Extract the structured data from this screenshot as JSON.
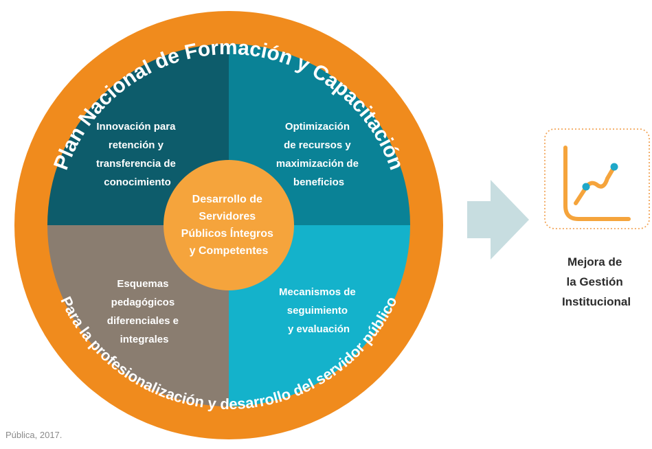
{
  "ring": {
    "top_text": "Plan Nacional de Formación y Capacitación",
    "bottom_text": "Para la profesionalización y desarrollo del servidor público"
  },
  "quadrants": {
    "top_left": [
      "Innovación para",
      "retención y",
      "transferencia de",
      "conocimiento"
    ],
    "top_right": [
      "Optimización",
      "de recursos y",
      "maximización de",
      "beneficios"
    ],
    "bottom_left": [
      "Esquemas",
      "pedagógicos",
      "diferenciales e",
      "integrales"
    ],
    "bottom_right": [
      "Mecanismos de",
      "seguimiento",
      "y evaluación"
    ]
  },
  "center": [
    "Desarrollo de",
    "Servidores",
    "Públicos Íntegros",
    "y Competentes"
  ],
  "result": {
    "icon": "growth-chart-icon",
    "label_lines": [
      "Mejora de",
      "la Gestión",
      "Institucional"
    ]
  },
  "source": "Pública, 2017.",
  "colors": {
    "orange_ring": "#f08b1d",
    "center_orange": "#f5a43c",
    "top_left": "#0d5c6b",
    "top_right": "#0a8296",
    "bottom_left": "#8a7d70",
    "bottom_right": "#14b2cb",
    "arrow": "#c7dde0",
    "icon_border": "#f2a65a",
    "icon_dot": "#1fa8c9"
  }
}
